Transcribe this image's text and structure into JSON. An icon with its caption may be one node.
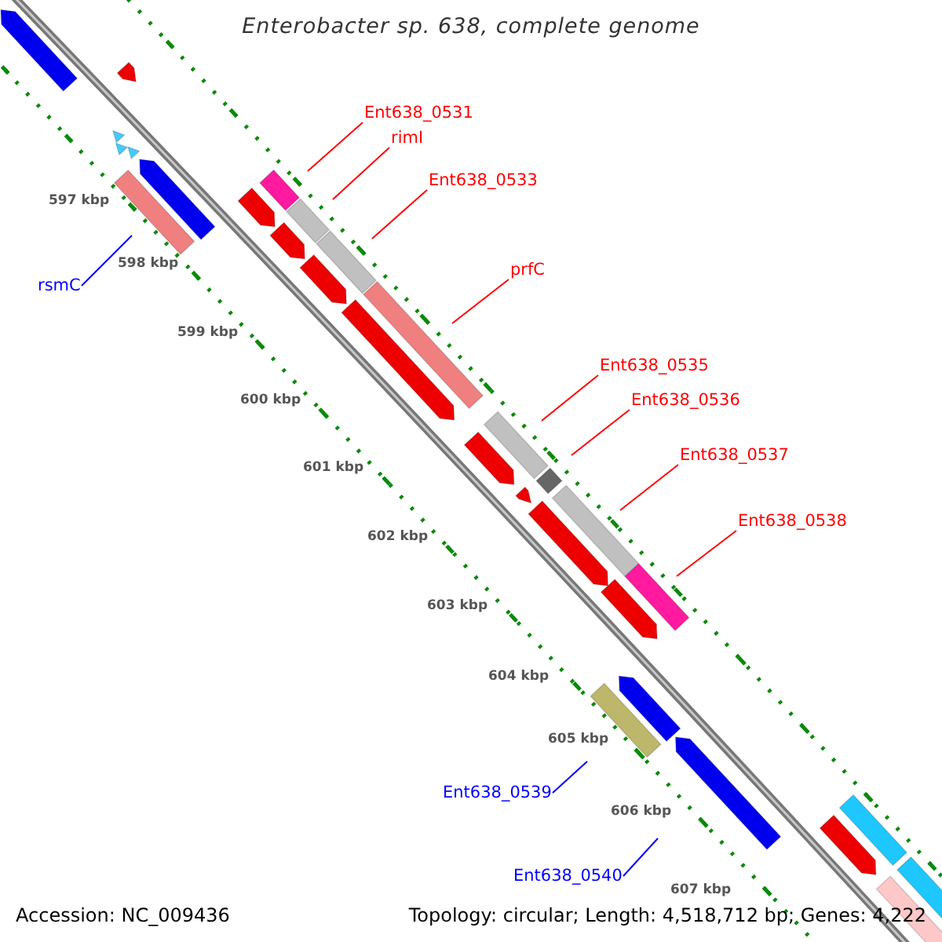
{
  "diagram": {
    "title": "Enterobacter sp. 638, complete genome",
    "nodes": [
      {
        "text": [
          "Ent638_0531"
        ]
      },
      {
        "text": [
          "rimI"
        ]
      },
      {
        "text": [
          "Ent638_0533"
        ]
      },
      {
        "text": [
          "prfC"
        ]
      },
      {
        "text": [
          "Ent638_0535"
        ]
      },
      {
        "text": [
          "Ent638_0536"
        ]
      },
      {
        "text": [
          "Ent638_0537"
        ]
      },
      {
        "text": [
          "Ent638_0538"
        ]
      },
      {
        "text": [
          "rsmC"
        ]
      },
      {
        "text": [
          "Ent638_0539"
        ]
      },
      {
        "text": [
          "Ent638_0540"
        ]
      }
    ],
    "edges": [
      {
        "from": 0,
        "to": null,
        "arrow": "none"
      },
      {
        "from": 1,
        "to": null,
        "arrow": "none"
      },
      {
        "from": 2,
        "to": null,
        "arrow": "none"
      },
      {
        "from": 3,
        "to": null,
        "arrow": "none"
      },
      {
        "from": 4,
        "to": null,
        "arrow": "none"
      },
      {
        "from": 5,
        "to": null,
        "arrow": "none"
      },
      {
        "from": 6,
        "to": null,
        "arrow": "none"
      },
      {
        "from": 7,
        "to": null,
        "arrow": "none"
      },
      {
        "from": 8,
        "to": null,
        "arrow": "none",
        "color": "#0000ff"
      },
      {
        "from": 9,
        "to": null,
        "arrow": "none",
        "color": "#0000ff"
      },
      {
        "from": 10,
        "to": null,
        "arrow": "none",
        "color": "#0000ff"
      }
    ],
    "labels": [
      "597 kbp",
      "598 kbp",
      "599 kbp",
      "600 kbp",
      "601 kbp",
      "602 kbp",
      "603 kbp",
      "604 kbp",
      "605 kbp",
      "606 kbp",
      "607 kbp",
      "Accession: NC_009436",
      "Topology: circular; Length: 4,518,712 bp; Genes: 4,222"
    ]
  }
}
